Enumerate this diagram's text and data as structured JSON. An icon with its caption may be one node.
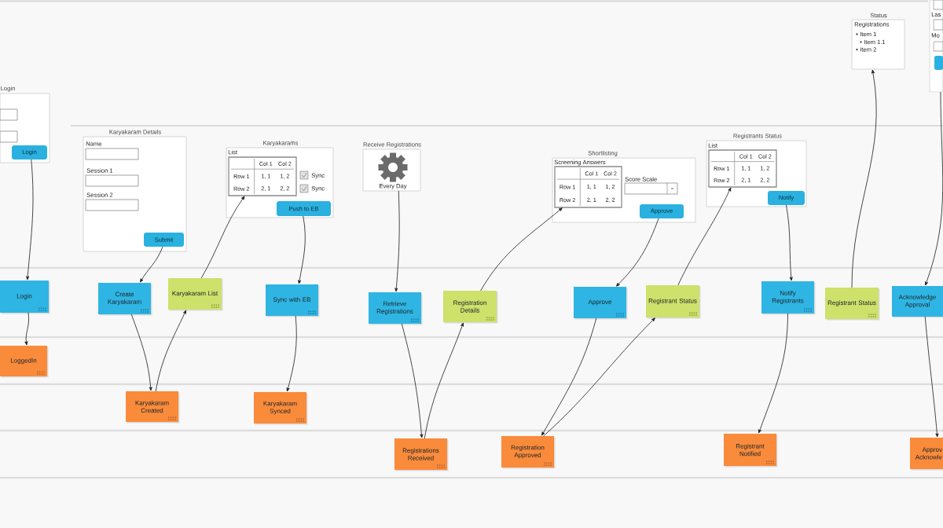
{
  "diagram": {
    "nodes": [
      {
        "text": [
          "Login"
        ]
      },
      {
        "text": [
          "Login"
        ],
        "in": 0
      },
      {
        "text": [
          "Karyakaram Details",
          "Name",
          "Session 1",
          "Session 2"
        ]
      },
      {
        "text": [
          "Submit"
        ],
        "in": 2
      },
      {
        "text": [
          "Karyakarams",
          "List",
          "Sync",
          "Sync"
        ]
      },
      {
        "text": [
          "Col 1",
          "Col 2",
          "Row 1",
          "1, 1",
          "1, 2",
          "Row 2",
          "2, 1",
          "2, 2"
        ],
        "in": 4
      },
      {
        "text": [
          "Push to EB"
        ],
        "in": 4
      },
      {
        "text": [
          "Receive Registrations",
          "Every Day"
        ]
      },
      {
        "text": [
          "Shortlisting",
          "Screening Answers",
          "Score Scale"
        ]
      },
      {
        "text": [
          "Col 1",
          "Col 2",
          "Row 1",
          "1, 1",
          "1, 2",
          "Row 2",
          "2, 1",
          "2, 2"
        ],
        "in": 8
      },
      {
        "text": [
          "Approve"
        ],
        "in": 8
      },
      {
        "text": [
          "Registrants Status",
          "List"
        ]
      },
      {
        "text": [
          "Col 1",
          "Col 2",
          "Row 1",
          "1, 1",
          "1, 2",
          "Row 2",
          "2, 1",
          "2, 2"
        ],
        "in": 11
      },
      {
        "text": [
          "Notify"
        ],
        "in": 11
      },
      {
        "text": [
          "Status",
          "Registrations",
          "Item 1",
          "Item 1.1",
          "Item 2"
        ]
      },
      {
        "text": [
          "Las",
          "Mo"
        ]
      },
      {
        "text": [
          "Login"
        ]
      },
      {
        "text": [
          "LoggedIn"
        ]
      },
      {
        "text": [
          "Create Karyakaram"
        ]
      },
      {
        "text": [
          "Karyakaram List"
        ]
      },
      {
        "text": [
          "Karyakaram Created"
        ]
      },
      {
        "text": [
          "Sync with EB"
        ]
      },
      {
        "text": [
          "Karyakaram Synced"
        ]
      },
      {
        "text": [
          "Retrieve Registrations"
        ]
      },
      {
        "text": [
          "Registration Details"
        ]
      },
      {
        "text": [
          "Registrations Received"
        ]
      },
      {
        "text": [
          "Approve"
        ]
      },
      {
        "text": [
          "Registrant Status"
        ]
      },
      {
        "text": [
          "Registration Approved"
        ]
      },
      {
        "text": [
          "Notify Registrants"
        ]
      },
      {
        "text": [
          "Registrant Notified"
        ]
      },
      {
        "text": [
          "Registrant Status"
        ]
      },
      {
        "text": [
          "Acknowledge Approval"
        ]
      },
      {
        "text": [
          "Approv Acknowle"
        ]
      }
    ],
    "edges": [
      {
        "from": 1,
        "to": 16,
        "arrow": "to"
      },
      {
        "from": 16,
        "to": 17,
        "arrow": "to"
      },
      {
        "from": 3,
        "to": 18,
        "arrow": "to"
      },
      {
        "from": 18,
        "to": 20,
        "arrow": "to"
      },
      {
        "from": 20,
        "to": 19,
        "arrow": "to"
      },
      {
        "from": 19,
        "to": 5,
        "arrow": "to"
      },
      {
        "from": 6,
        "to": 21,
        "arrow": "to"
      },
      {
        "from": 21,
        "to": 22,
        "arrow": "to"
      },
      {
        "from": 7,
        "to": 23,
        "arrow": "to"
      },
      {
        "from": 23,
        "to": 25,
        "arrow": "to"
      },
      {
        "from": 25,
        "to": 24,
        "arrow": "to"
      },
      {
        "from": 24,
        "to": 9,
        "arrow": "to"
      },
      {
        "from": 10,
        "to": 26,
        "arrow": "to"
      },
      {
        "from": 26,
        "to": 28,
        "arrow": "to"
      },
      {
        "from": 28,
        "to": 27,
        "arrow": "to"
      },
      {
        "from": 27,
        "to": 12,
        "arrow": "to"
      },
      {
        "from": 13,
        "to": 29,
        "arrow": "to"
      },
      {
        "from": 29,
        "to": 30,
        "arrow": "to"
      },
      {
        "from": 31,
        "to": 14,
        "arrow": "to"
      },
      {
        "from": 15,
        "to": 32,
        "arrow": "to"
      },
      {
        "from": 32,
        "to": 33,
        "arrow": "to"
      }
    ]
  }
}
